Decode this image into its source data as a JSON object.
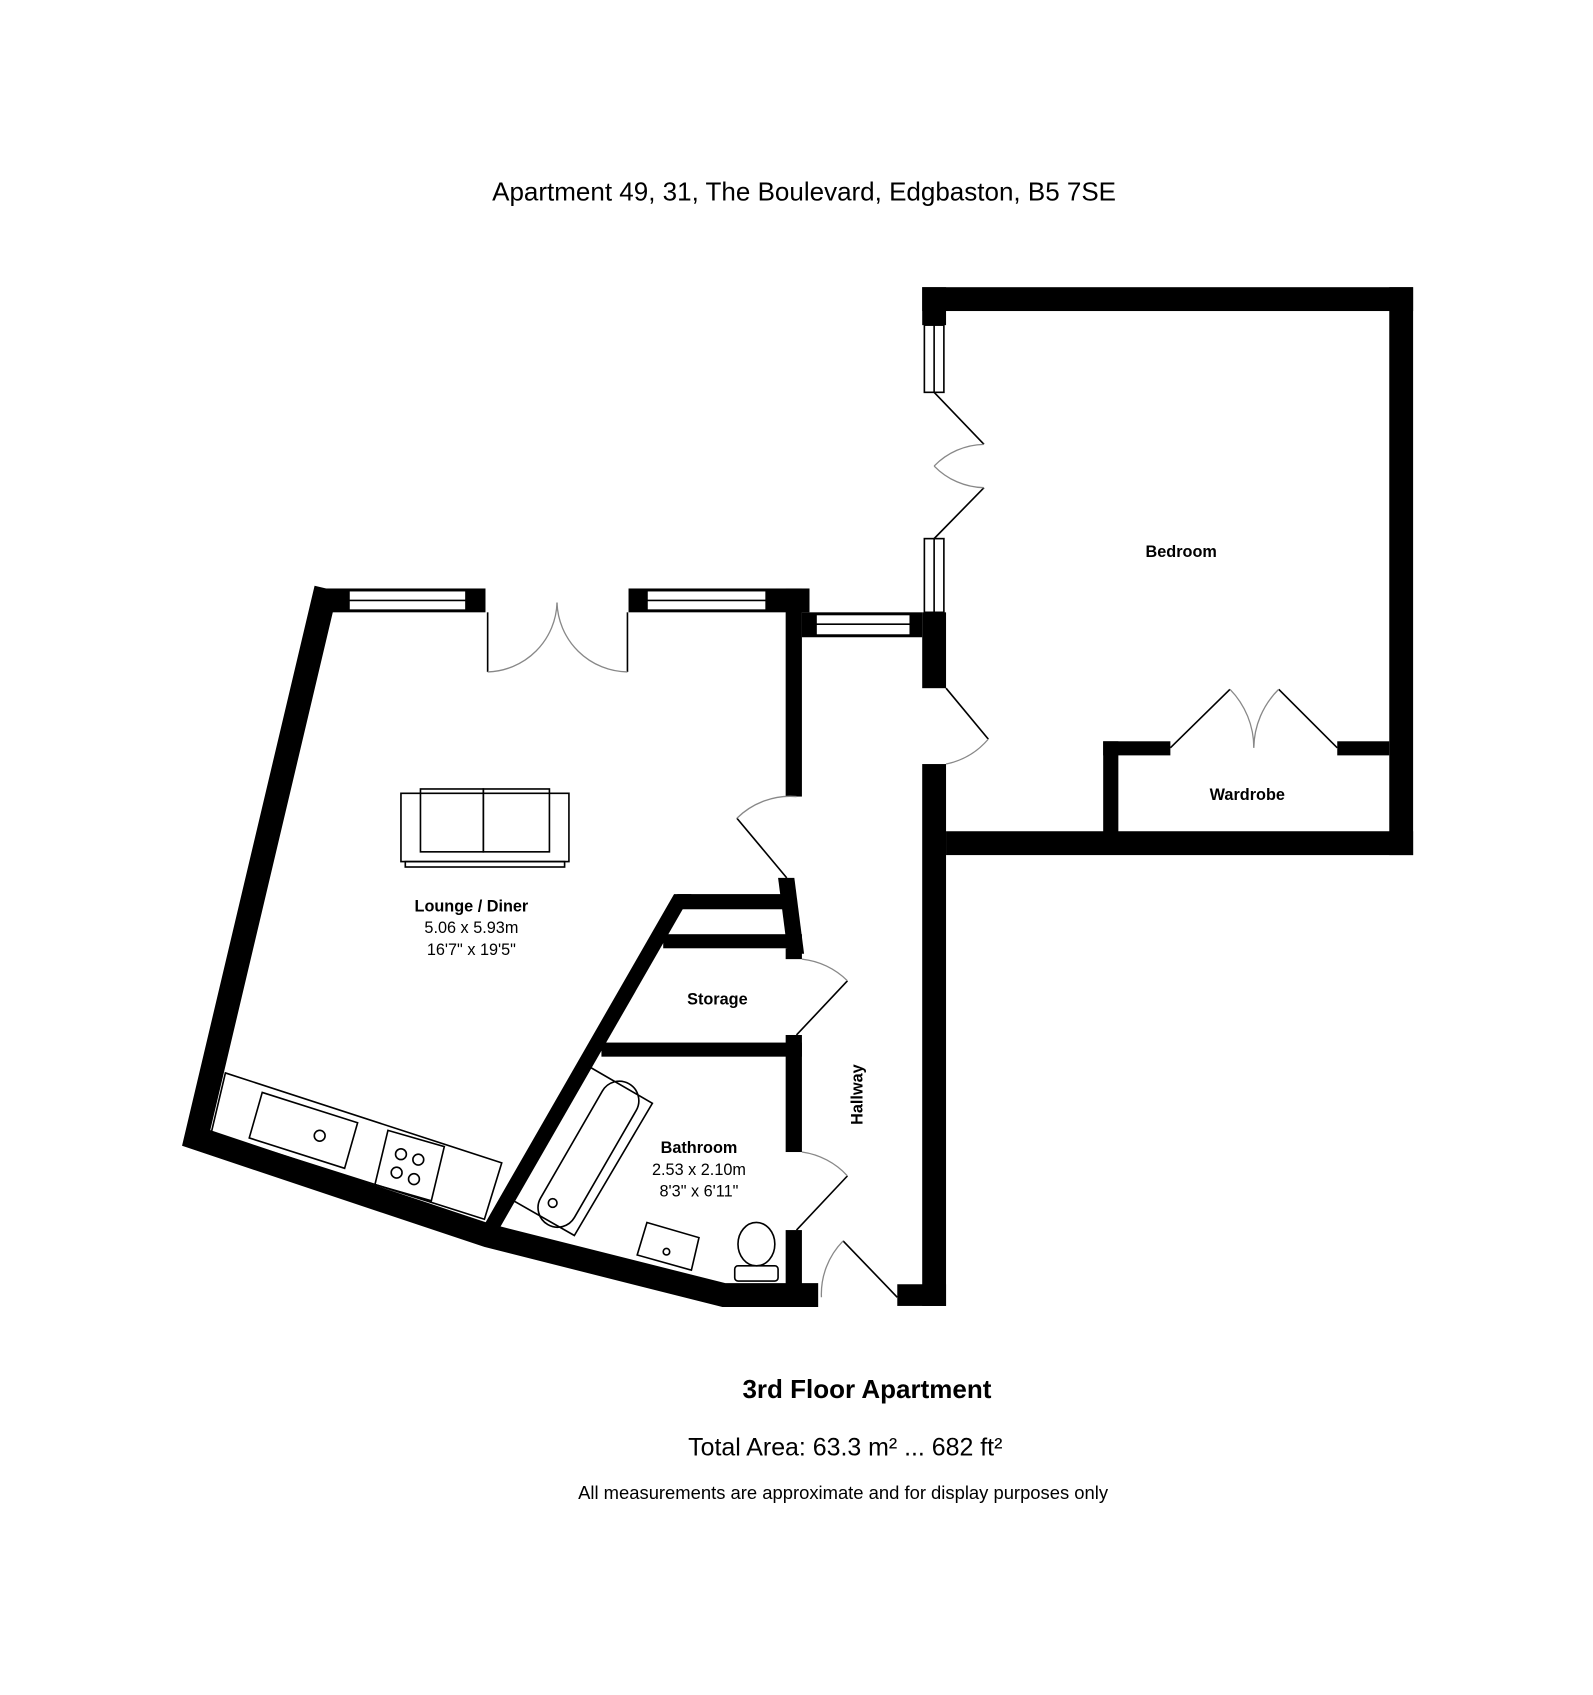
{
  "header": {
    "address": "Apartment 49, 31, The Boulevard, Edgbaston, B5 7SE"
  },
  "rooms": {
    "bedroom": {
      "name": "Bedroom"
    },
    "wardrobe": {
      "name": "Wardrobe"
    },
    "lounge": {
      "name": "Lounge / Diner",
      "metric": "5.06 x 5.93m",
      "imperial": "16'7\" x 19'5\""
    },
    "storage": {
      "name": "Storage"
    },
    "hallway": {
      "name": "Hallway"
    },
    "bathroom": {
      "name": "Bathroom",
      "metric": "2.53 x 2.10m",
      "imperial": "8'3\" x 6'11\""
    }
  },
  "footer": {
    "floor": "3rd Floor Apartment",
    "total_area": "Total Area: 63.3 m² ... 682 ft²",
    "disclaimer": "All measurements are approximate and for display purposes only"
  }
}
